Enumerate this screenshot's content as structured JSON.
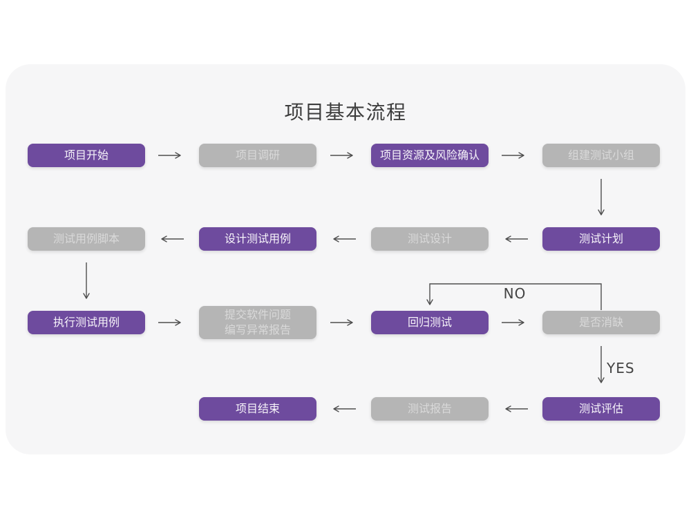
{
  "title": "项目基本流程",
  "edge_labels": {
    "no": "NO",
    "yes": "YES"
  },
  "colors": {
    "accent_purple": "#6e4b9e",
    "node_gray": "#b5b5b5",
    "card_background": "#f6f6f7",
    "arrow": "#4d4d4d",
    "purple_text": "#f7f4fa",
    "gray_text": "#d9d9d9"
  },
  "nodes": [
    {
      "id": "project-start",
      "label": "项目开始",
      "variant": "purple"
    },
    {
      "id": "project-research",
      "label": "项目调研",
      "variant": "gray"
    },
    {
      "id": "resource-risk-confirm",
      "label": "项目资源及风险确认",
      "variant": "purple"
    },
    {
      "id": "form-test-team",
      "label": "组建测试小组",
      "variant": "gray"
    },
    {
      "id": "test-case-script",
      "label": "测试用例脚本",
      "variant": "gray"
    },
    {
      "id": "design-test-case",
      "label": "设计测试用例",
      "variant": "purple"
    },
    {
      "id": "test-design",
      "label": "测试设计",
      "variant": "gray"
    },
    {
      "id": "test-plan",
      "label": "测试计划",
      "variant": "purple"
    },
    {
      "id": "execute-test-case",
      "label": "执行测试用例",
      "variant": "purple"
    },
    {
      "id": "submit-issue-report",
      "label_line1": "提交软件问题",
      "label_line2": "编写异常报告",
      "variant": "gray"
    },
    {
      "id": "regression-test",
      "label": "回归测试",
      "variant": "purple"
    },
    {
      "id": "defect-cleared",
      "label": "是否消缺",
      "variant": "gray"
    },
    {
      "id": "project-end",
      "label": "项目结束",
      "variant": "purple"
    },
    {
      "id": "test-report",
      "label": "测试报告",
      "variant": "gray"
    },
    {
      "id": "test-evaluation",
      "label": "测试评估",
      "variant": "purple"
    }
  ]
}
